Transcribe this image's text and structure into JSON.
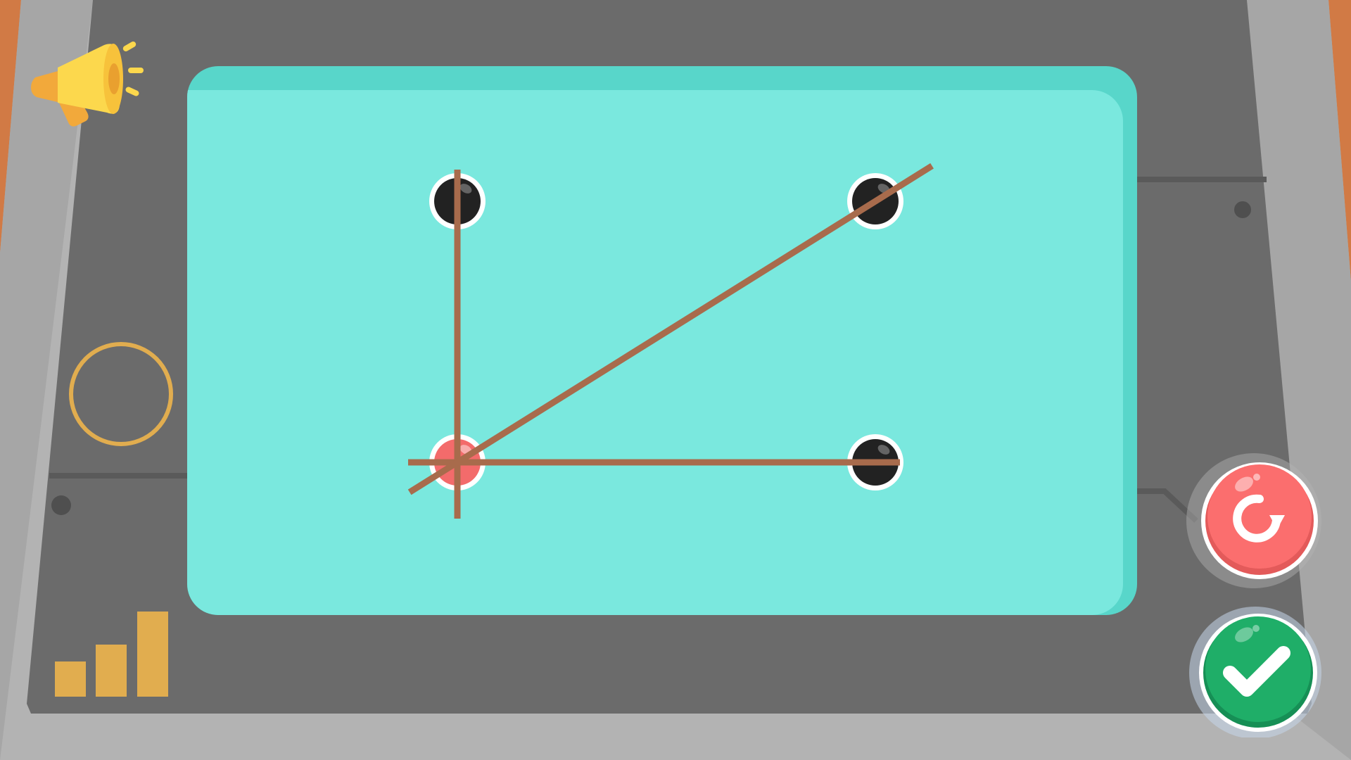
{
  "screen": {
    "type": "line-drawing puzzle",
    "colors": {
      "backdrop": "#b3b3b3",
      "panel": "#6b6b6b",
      "accent_orange": "#d17a45",
      "board": "#7ae8de",
      "board_shadow": "#58d6ca",
      "line": "#a86b4c",
      "dot_black": "#222222",
      "dot_selected": "#f36b6b",
      "gold": "#e1ad4f",
      "reset_red": "#fb6e6e",
      "confirm_green": "#1fae68"
    }
  },
  "toolbar": {
    "sound_icon": "megaphone-icon",
    "hint_icon": "circle-outline-icon",
    "level_icon": "signal-bars-icon",
    "level_bars_lit": 3,
    "level_bars_total": 3
  },
  "board": {
    "dots": [
      {
        "id": "top-left",
        "col": 1,
        "row": 1,
        "selected": false
      },
      {
        "id": "top-right",
        "col": 2,
        "row": 1,
        "selected": false
      },
      {
        "id": "bottom-left",
        "col": 1,
        "row": 2,
        "selected": true
      },
      {
        "id": "bottom-right",
        "col": 2,
        "row": 2,
        "selected": false
      }
    ],
    "lines": [
      {
        "id": "vertical-line",
        "through": [
          "top-left",
          "bottom-left"
        ]
      },
      {
        "id": "horizontal-line",
        "through": [
          "bottom-left",
          "bottom-right"
        ]
      },
      {
        "id": "diagonal-line",
        "through": [
          "bottom-left",
          "top-right"
        ]
      }
    ]
  },
  "actions": {
    "reset_icon": "refresh-icon",
    "confirm_icon": "checkmark-icon"
  }
}
